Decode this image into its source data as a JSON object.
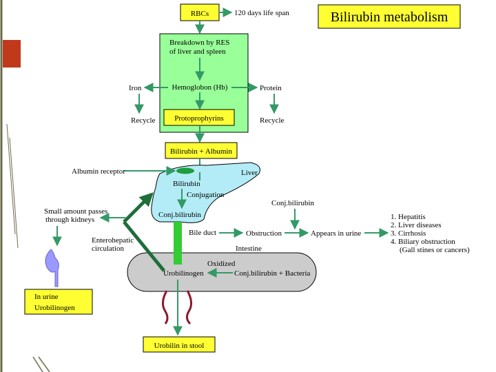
{
  "title": "Bilirubin metabolism",
  "colors": {
    "yellow_box": "#ffff33",
    "green_box": "#99ff99",
    "liver": "#b3ecf6",
    "intestine": "#cccccc",
    "arrow": "#339966",
    "dark_arrow": "#1f6e3a",
    "bile_duct": "#33cc33",
    "kidney": "#9999ff",
    "intestine_loop": "#8b1a2b",
    "slide_border": "#6b6b4a",
    "accent_red": "#c0391b"
  },
  "nodes": {
    "rbcs": "RBCs",
    "life_span": "120 days life span",
    "breakdown_line1": "Breakdown by RES",
    "breakdown_line2": "of liver and spleen",
    "hemoglobin": "Hemoglobon (Hb)",
    "iron": "Iron",
    "protein": "Protein",
    "recycle_left": "Recycle",
    "recycle_right": "Recycle",
    "protoporphyrins": "Protoprophyrins",
    "bilirubin_albumin": "Bilirubin + Albumin",
    "albumin_receptor": "Albumin receptor",
    "liver": "Liver",
    "bilirubin": "Bilirubin",
    "conjugation": "Conjugation",
    "conj_bilirubin_liver": "Conj.bilirubin",
    "small_amount_line1": "Small amount passes",
    "small_amount_line2": "through kidneys",
    "enterohepatic_line1": "Enterohepatic",
    "enterohepatic_line2": "circulation",
    "bile_duct": "Bile duct",
    "obstruction": "Obstruction",
    "appears_in_urine": "Appears in urine",
    "conj_bilirubin_top": "Conj.bilirubin",
    "intestine": "Intestine",
    "oxidized": "Oxidized",
    "urobilinogen": "Urobilinogen",
    "conj_bilirubin_bacteria": "Conj.bilirubin + Bacteria",
    "urine_line1": "In urine",
    "urine_line2": "Urobilinogen",
    "urobilin_stool": "Urobilin in stool"
  },
  "causes": [
    "1. Hepatitis",
    "2. Liver diseases",
    "3. Cirrhosis",
    "4. Biliary obstruction",
    "(Gall stines or cancers)"
  ]
}
